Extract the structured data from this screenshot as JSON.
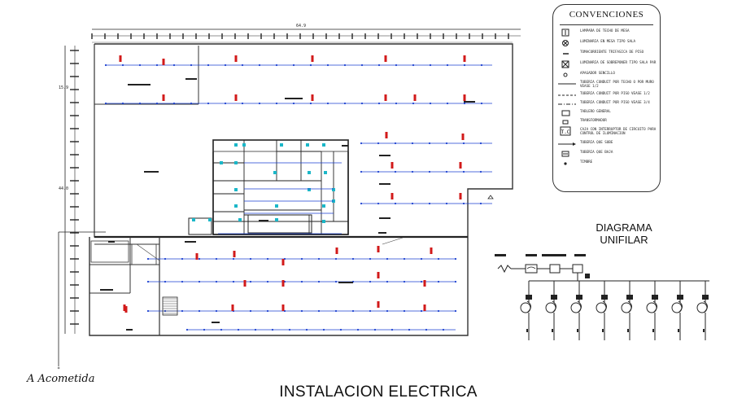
{
  "titles": {
    "main": "INSTALACION ELECTRICA",
    "diagram_line1": "DIAGRAMA",
    "diagram_line2": "UNIFILAR",
    "acometida": "A Acometida"
  },
  "legend": {
    "title": "CONVENCIONES",
    "items": [
      {
        "symbol": "box-lamp-icon",
        "text": "LAMPARA DE TECHO DE MESA"
      },
      {
        "symbol": "circle-x-icon",
        "text": "LUMINARIA EN MESA TIPO SALA"
      },
      {
        "symbol": "dash-icon",
        "text": "TOMACORRIENTE TRIFASICA DE PISO"
      },
      {
        "symbol": "box-x-icon",
        "text": "LUMINARIA DE SOBREPONER TIPO SALA PAR"
      },
      {
        "symbol": "small-circle-icon",
        "text": "APAGADOR SENCILLO"
      },
      {
        "symbol": "line-icon",
        "text": "TUBERIA CONDUIT POR TECHO O POR MURO VEASE 1/2"
      },
      {
        "symbol": "dashed-line-icon",
        "text": "TUBERIA CONDUIT POR PISO VEASE 1/2"
      },
      {
        "symbol": "dash-dot-icon",
        "text": "TUBERIA CONDUIT POR PISO VEASE 3/4"
      },
      {
        "symbol": "rect-icon",
        "text": "TABLERO GENERAL"
      },
      {
        "symbol": "small-rect-icon",
        "text": "TRANSFORMADOR"
      },
      {
        "symbol": "switch-box-icon",
        "text": "CAJA CON INTERRUPTOR DE CIRCUITO PARA CONTROL DE ILUMINACION"
      },
      {
        "symbol": "arrow-line-icon",
        "text": "TUBERIA QUE SUBE"
      },
      {
        "symbol": "box-dash-icon",
        "text": "TUBERIA QUE BAJA"
      },
      {
        "symbol": "dot-icon",
        "text": "TIMBRE"
      }
    ]
  },
  "plan": {
    "dim_top": "64.9",
    "dim_left_upper": "15.9",
    "dim_left_total": "44.0"
  }
}
